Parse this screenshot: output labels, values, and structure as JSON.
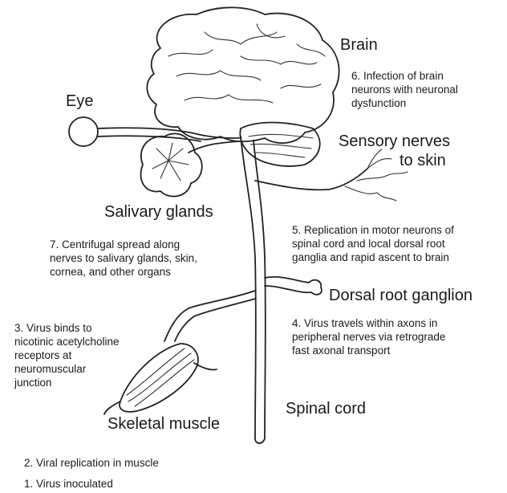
{
  "labels": {
    "brain": "Brain",
    "eye": "Eye",
    "sensory_nerves_1": "Sensory nerves",
    "sensory_nerves_2": "to skin",
    "salivary_glands": "Salivary glands",
    "dorsal_root_ganglion": "Dorsal root ganglion",
    "skeletal_muscle": "Skeletal muscle",
    "spinal_cord": "Spinal cord"
  },
  "steps": {
    "step6": [
      "6. Infection of brain",
      "neurons with neuronal",
      "dysfunction"
    ],
    "step5": [
      "5. Replication in motor neurons of",
      "spinal cord and local dorsal root",
      "ganglia and rapid ascent to brain"
    ],
    "step7": [
      "7. Centrifugal spread along",
      "nerves to salivary glands, skin,",
      "cornea, and other organs"
    ],
    "step4": [
      "4. Virus travels within axons in",
      "peripheral nerves via retrograde",
      "fast axonal transport"
    ],
    "step3": [
      "3. Virus binds to",
      "nicotinic acetylcholine",
      "receptors at",
      "neuromuscular",
      "junction"
    ],
    "step2": "2. Viral replication in muscle",
    "step1": "1. Virus inoculated"
  }
}
